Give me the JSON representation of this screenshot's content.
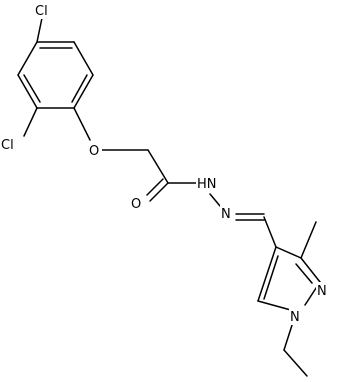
{
  "molecule": {
    "atom_labels": {
      "cl_top": "Cl",
      "cl_left": "Cl",
      "o_ether": "O",
      "o_carbonyl": "O",
      "nh": "HN",
      "n_imine": "N",
      "n_ring_right": "N",
      "n_ring_bottom": "N"
    }
  }
}
